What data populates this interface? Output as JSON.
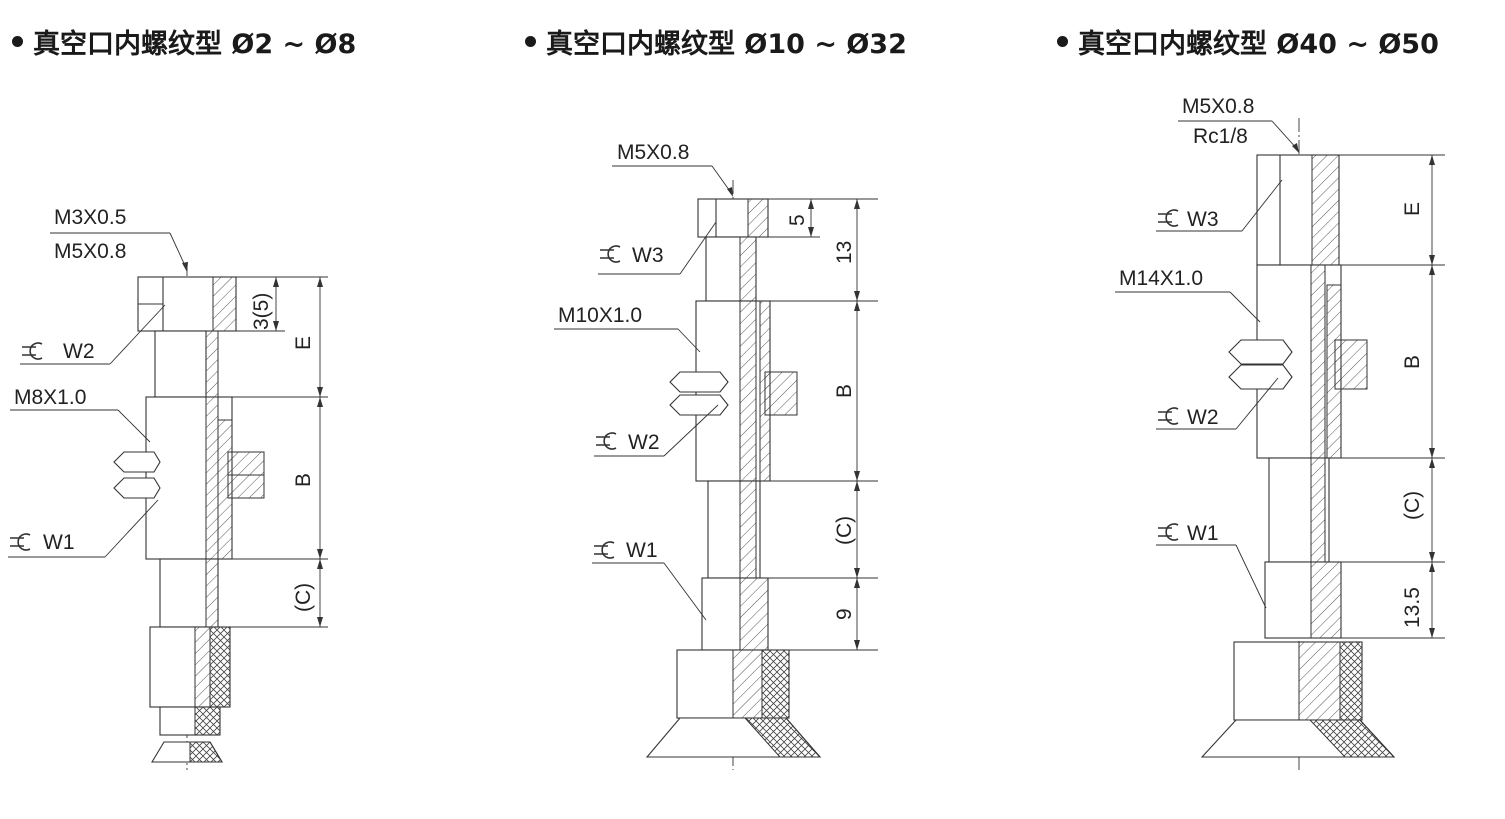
{
  "headings": {
    "small": "真空口内螺纹型 Ø2 ~ Ø8",
    "medium": "真空口内螺纹型 Ø10 ~ Ø32",
    "large": "真空口内螺纹型 Ø40 ~ Ø50"
  },
  "small": {
    "thread_top_1": "M3X0.5",
    "thread_top_2": "M5X0.8",
    "wrench_w2": "W2",
    "thread_body": "M8X1.0",
    "wrench_w1": "W1",
    "dim_depth": "3(5)",
    "dim_e": "E",
    "dim_b": "B",
    "dim_c": "(C)"
  },
  "medium": {
    "thread_top": "M5X0.8",
    "wrench_w3": "W3",
    "thread_body": "M10X1.0",
    "wrench_w2": "W2",
    "wrench_w1": "W1",
    "dim_5": "5",
    "dim_13": "13",
    "dim_b": "B",
    "dim_c": "(C)",
    "dim_9": "9"
  },
  "large": {
    "thread_top_1": "M5X0.8",
    "thread_top_2": "Rc1/8",
    "wrench_w3": "W3",
    "thread_body": "M14X1.0",
    "wrench_w2": "W2",
    "wrench_w1": "W1",
    "dim_e": "E",
    "dim_b": "B",
    "dim_c": "(C)",
    "dim_135": "13.5"
  }
}
